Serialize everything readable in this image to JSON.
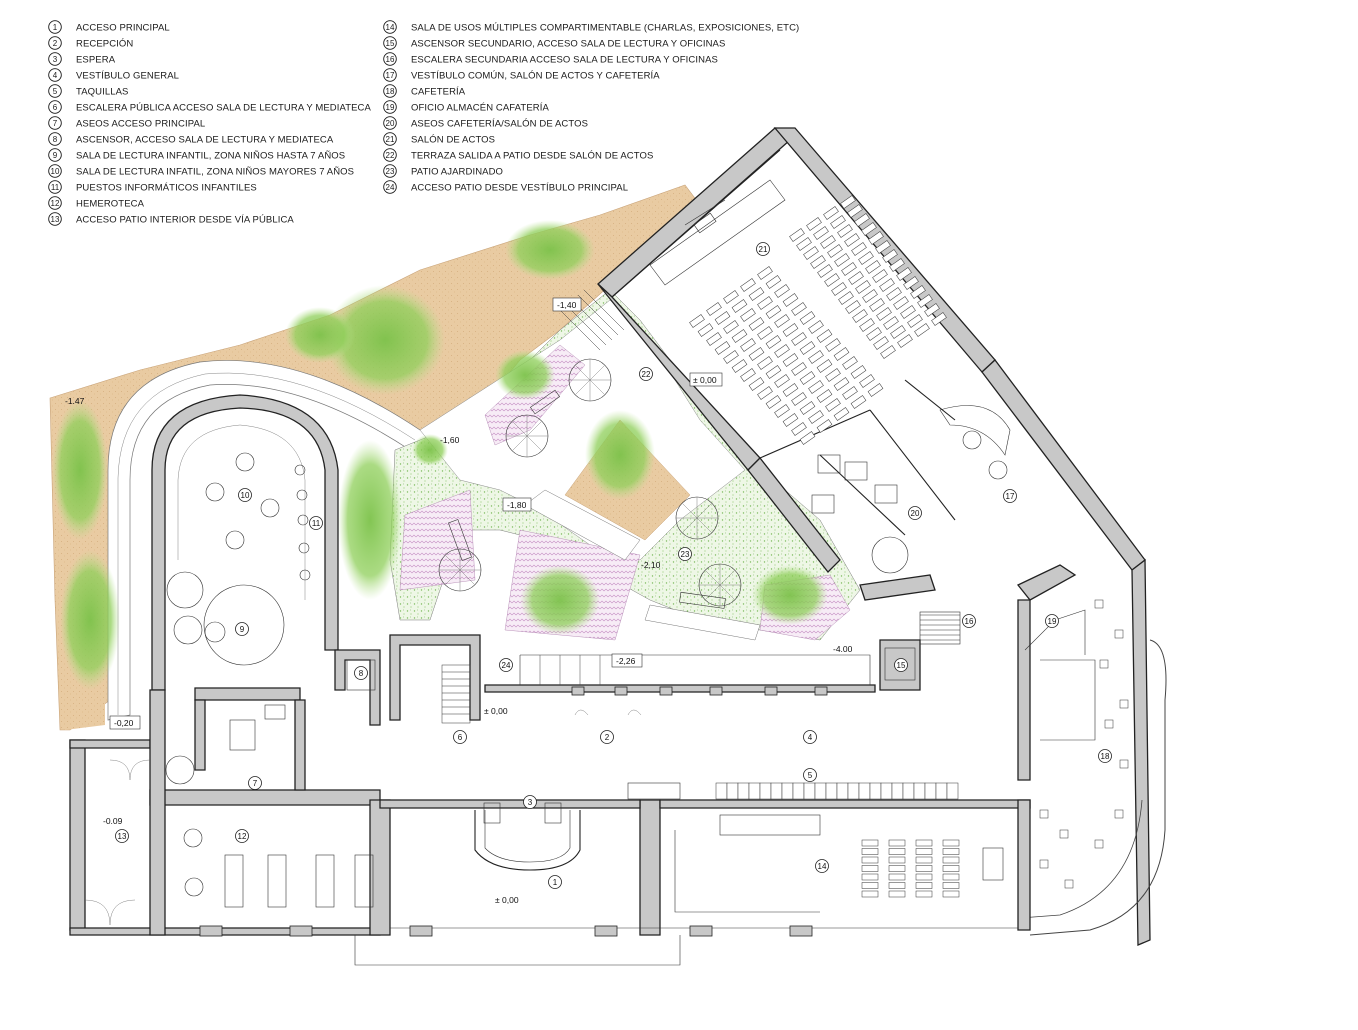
{
  "legend_left": [
    {
      "num": "1",
      "text": "ACCESO PRINCIPAL"
    },
    {
      "num": "2",
      "text": "RECEPCIÓN"
    },
    {
      "num": "3",
      "text": "ESPERA"
    },
    {
      "num": "4",
      "text": "VESTÍBULO GENERAL"
    },
    {
      "num": "5",
      "text": "TAQUILLAS"
    },
    {
      "num": "6",
      "text": "ESCALERA PÚBLICA ACCESO SALA DE LECTURA Y MEDIATECA"
    },
    {
      "num": "7",
      "text": "ASEOS ACCESO PRINCIPAL"
    },
    {
      "num": "8",
      "text": "ASCENSOR, ACCESO SALA DE LECTURA Y MEDIATECA"
    },
    {
      "num": "9",
      "text": "SALA DE LECTURA INFANTIL, ZONA NIÑOS HASTA 7 AÑOS"
    },
    {
      "num": "10",
      "text": "SALA DE LECTURA INFATIL, ZONA NIÑOS MAYORES 7 AÑOS"
    },
    {
      "num": "11",
      "text": "PUESTOS INFORMÁTICOS INFANTILES"
    },
    {
      "num": "12",
      "text": "HEMEROTECA"
    },
    {
      "num": "13",
      "text": "ACCESO PATIO INTERIOR DESDE VÍA PÚBLICA"
    }
  ],
  "legend_right": [
    {
      "num": "14",
      "text": "SALA DE USOS MÚLTIPLES COMPARTIMENTABLE (CHARLAS, EXPOSICIONES, ETC)"
    },
    {
      "num": "15",
      "text": "ASCENSOR SECUNDARIO, ACCESO SALA DE LECTURA Y  OFICINAS"
    },
    {
      "num": "16",
      "text": "ESCALERA SECUNDARIA ACCESO SALA DE LECTURA Y OFICINAS"
    },
    {
      "num": "17",
      "text": "VESTÍBULO COMÚN, SALÓN DE ACTOS Y CAFETERÍA"
    },
    {
      "num": "18",
      "text": "CAFETERÍA"
    },
    {
      "num": "19",
      "text": "OFICIO ALMACÉN CAFATERÍA"
    },
    {
      "num": "20",
      "text": "ASEOS CAFETERÍA/SALÓN DE ACTOS"
    },
    {
      "num": "21",
      "text": "SALÓN DE ACTOS"
    },
    {
      "num": "22",
      "text": "TERRAZA SALIDA A PATIO DESDE SALÓN DE ACTOS"
    },
    {
      "num": "23",
      "text": "PATIO AJARDINADO"
    },
    {
      "num": "24",
      "text": "ACCESO PATIO DESDE VESTÍBULO PRINCIPAL"
    }
  ],
  "room_markers": [
    "1",
    "2",
    "3",
    "4",
    "5",
    "6",
    "7",
    "8",
    "9",
    "10",
    "11",
    "12",
    "13",
    "14",
    "15",
    "16",
    "17",
    "18",
    "19",
    "20",
    "21",
    "22",
    "23",
    "24"
  ],
  "levels": [
    "-1.47",
    "-1,40",
    "-1,60",
    "-1,80",
    "-2,10",
    "-2,26",
    "-4.00",
    "-0,20",
    "-0.09",
    "± 0,00",
    "± 0,00",
    "± 0,00"
  ],
  "colors": {
    "wall_fill": "#c8c8c8",
    "wall_stroke": "#222222",
    "sand": "#e6c69a",
    "grass": "#6fbf3a",
    "grass_light": "#a6d97a",
    "lawn_dots": "#8fc77a",
    "pink": "#d9a6d6"
  }
}
